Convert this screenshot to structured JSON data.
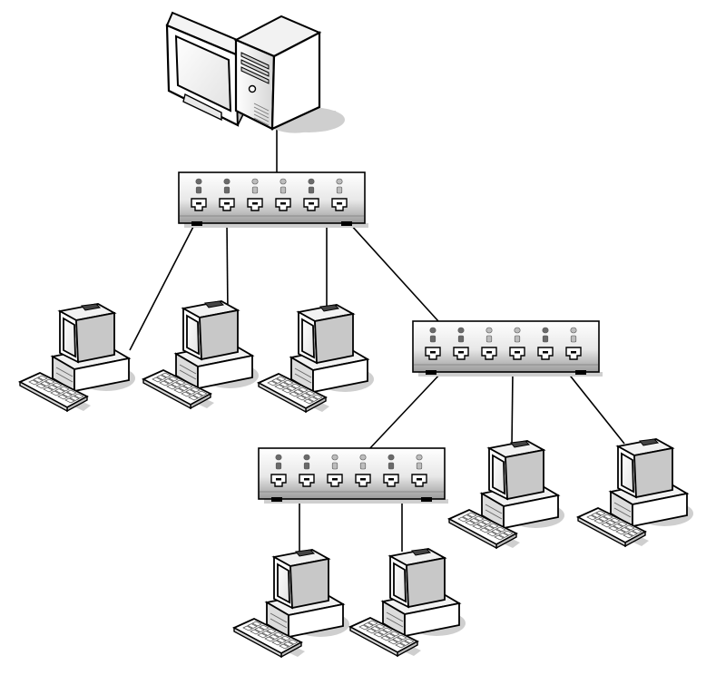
{
  "diagram": {
    "type": "network-topology",
    "colors": {
      "outline": "#000000",
      "shadow": "#cfcfcf",
      "body_light": "#ffffff",
      "body_mid": "#e6e6e6",
      "body_dark": "#a8a8a8",
      "led_dark": "#6a6a6a",
      "led_light": "#bdbdbd"
    },
    "nodes": [
      {
        "id": "server",
        "kind": "server",
        "icon": "server-computer-icon"
      },
      {
        "id": "hub-1",
        "kind": "hub",
        "ports": 6,
        "icon": "network-hub-icon"
      },
      {
        "id": "hub-2",
        "kind": "hub",
        "ports": 6,
        "icon": "network-hub-icon"
      },
      {
        "id": "hub-3",
        "kind": "hub",
        "ports": 6,
        "icon": "network-hub-icon"
      },
      {
        "id": "pc-1",
        "kind": "workstation",
        "icon": "desktop-computer-icon"
      },
      {
        "id": "pc-2",
        "kind": "workstation",
        "icon": "desktop-computer-icon"
      },
      {
        "id": "pc-3",
        "kind": "workstation",
        "icon": "desktop-computer-icon"
      },
      {
        "id": "pc-4",
        "kind": "workstation",
        "icon": "desktop-computer-icon"
      },
      {
        "id": "pc-5",
        "kind": "workstation",
        "icon": "desktop-computer-icon"
      },
      {
        "id": "pc-6",
        "kind": "workstation",
        "icon": "desktop-computer-icon"
      },
      {
        "id": "pc-7",
        "kind": "workstation",
        "icon": "desktop-computer-icon"
      }
    ],
    "edges": [
      {
        "from": "server",
        "to": "hub-1"
      },
      {
        "from": "hub-1",
        "to": "pc-1"
      },
      {
        "from": "hub-1",
        "to": "pc-2"
      },
      {
        "from": "hub-1",
        "to": "pc-3"
      },
      {
        "from": "hub-1",
        "to": "hub-2"
      },
      {
        "from": "hub-2",
        "to": "hub-3"
      },
      {
        "from": "hub-2",
        "to": "pc-4"
      },
      {
        "from": "hub-2",
        "to": "pc-5"
      },
      {
        "from": "hub-3",
        "to": "pc-6"
      },
      {
        "from": "hub-3",
        "to": "pc-7"
      }
    ]
  }
}
